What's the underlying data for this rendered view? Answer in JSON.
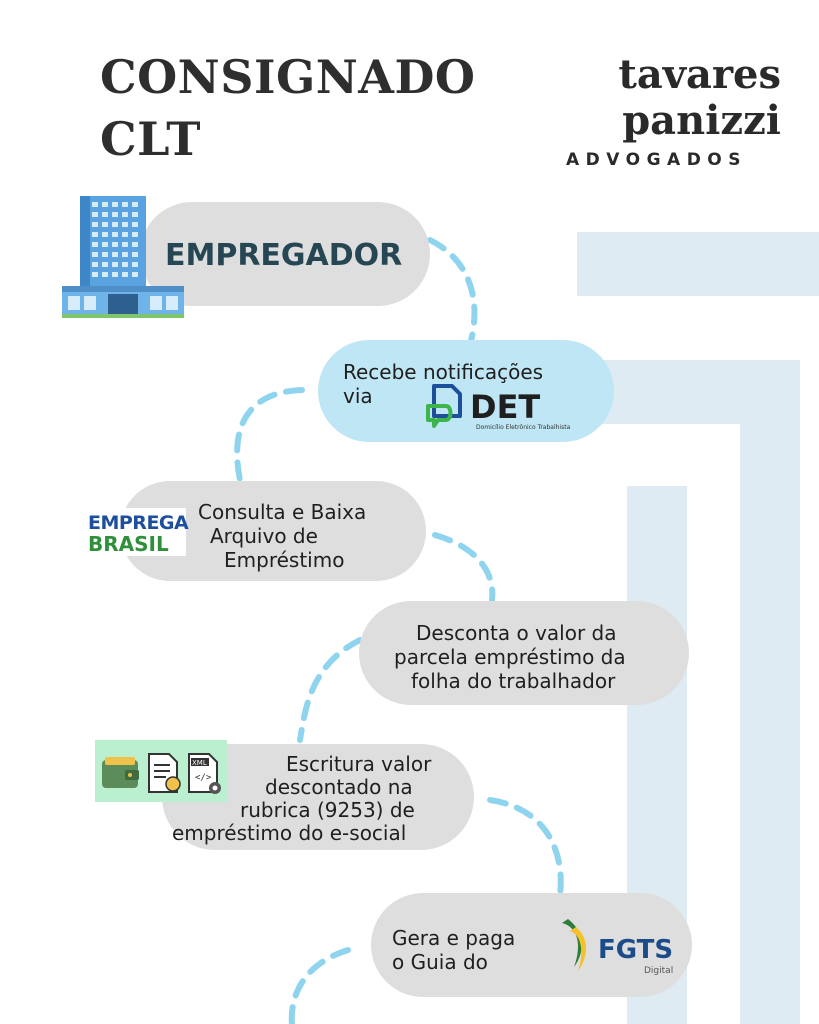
{
  "title_line1": "CONSIGNADO",
  "title_line2": "CLT",
  "brand": {
    "line1": "tavares",
    "line2": "panizzi",
    "line3": "ADVOGADOS"
  },
  "steps": {
    "employer": "EMPREGADOR",
    "notifications": {
      "line1": "Recebe notificações",
      "line2": "via"
    },
    "det": {
      "name": "DET",
      "subtitle": "Domicílio Eletrônico Trabalhista"
    },
    "download": {
      "line1": "Consulta e Baixa",
      "line2": "Arquivo de",
      "line3": "Empréstimo"
    },
    "emprega_brasil": {
      "line1": "EMPREGA",
      "line2": "BRASIL"
    },
    "discount": {
      "line1": "Desconta o valor da",
      "line2": "parcela empréstimo da",
      "line3": "folha do trabalhador"
    },
    "escritura": {
      "line1": "Escritura valor",
      "line2": "descontado na",
      "line3": "rubrica (9253) de",
      "line4": "empréstimo do e-social"
    },
    "fgts_step": {
      "line1": "Gera e paga",
      "line2": "o Guia do"
    },
    "fgts_logo": {
      "name": "FGTS",
      "subtitle": "Digital"
    }
  },
  "icons": [
    "building-icon",
    "det-logo-icon",
    "emprega-brasil-logo",
    "wallet-icon",
    "document-icon",
    "xml-file-icon",
    "fgts-logo-icon"
  ],
  "colors": {
    "grey_pill": "#dedede",
    "blue_pill": "#bfe6f5",
    "dash": "#8fd4ef",
    "deco": "#deebf3",
    "title": "#2e2e2e",
    "emprega_blue": "#1d4f9c",
    "emprega_green": "#2f8f3a",
    "fgts_blue": "#1b4b8a"
  }
}
